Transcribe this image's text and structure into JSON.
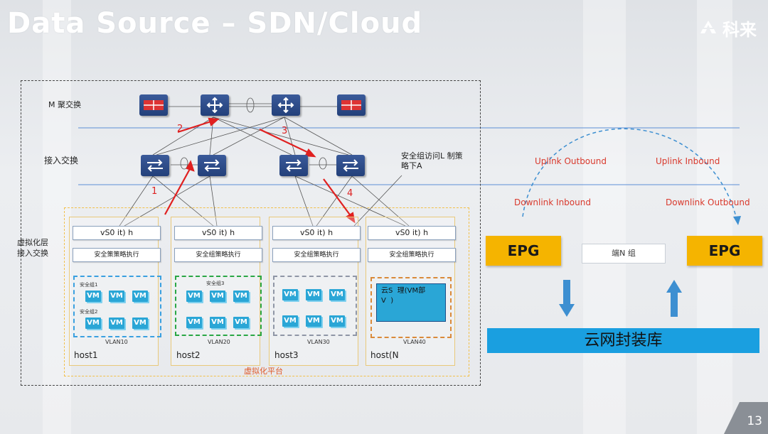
{
  "slide": {
    "title": "Data Source – SDN/Cloud",
    "logo_text": "科来",
    "page_number": "13"
  },
  "diagram": {
    "layer_labels": {
      "aggregation": "M  聚交换",
      "access": "接入交换",
      "virtual_access": "虚拟化层\n接入交换"
    },
    "step_numbers": [
      "1",
      "2",
      "3",
      "4"
    ],
    "policy_annotation": "安全组访问L 制策\n略下A",
    "platform_label": "虚拟化平台",
    "hosts": [
      {
        "vswitch": "vS0 it) h",
        "policy": "安全策策略执行",
        "vlan": "VLAN10",
        "name": "host1",
        "groups": [
          "安全组1",
          "安全组2"
        ]
      },
      {
        "vswitch": "vS0 it) h",
        "policy": "安全组策略执行",
        "vlan": "VLAN20",
        "name": "host2",
        "groups": [
          "安全组3"
        ]
      },
      {
        "vswitch": "vS0 it) h",
        "policy": "安全组策略执行",
        "vlan": "VLAN30",
        "name": "host3",
        "groups": []
      },
      {
        "vswitch": "vS0 it) h",
        "policy": "安全组策略执行",
        "vlan": "VLAN40",
        "name": "host(N",
        "groups": [],
        "cloud_text": "云S  理(VM部\nV  )"
      }
    ],
    "vm_label": "VM"
  },
  "traffic": {
    "epg_left": "EPG",
    "epg_right": "EPG",
    "endpoint_group": "端N  组",
    "uplink_outbound": "Uplink Outbound",
    "uplink_inbound": "Uplink Inbound",
    "downlink_inbound": "Downlink Inbound",
    "downlink_outbound": "Downlink Outbound",
    "library": "云网封装库"
  },
  "colors": {
    "epg": "#f5b400",
    "library": "#1a9fe0",
    "vm": "#2aa6d6",
    "flow_text": "#d9392c",
    "arrow": "#3d8fd1"
  }
}
